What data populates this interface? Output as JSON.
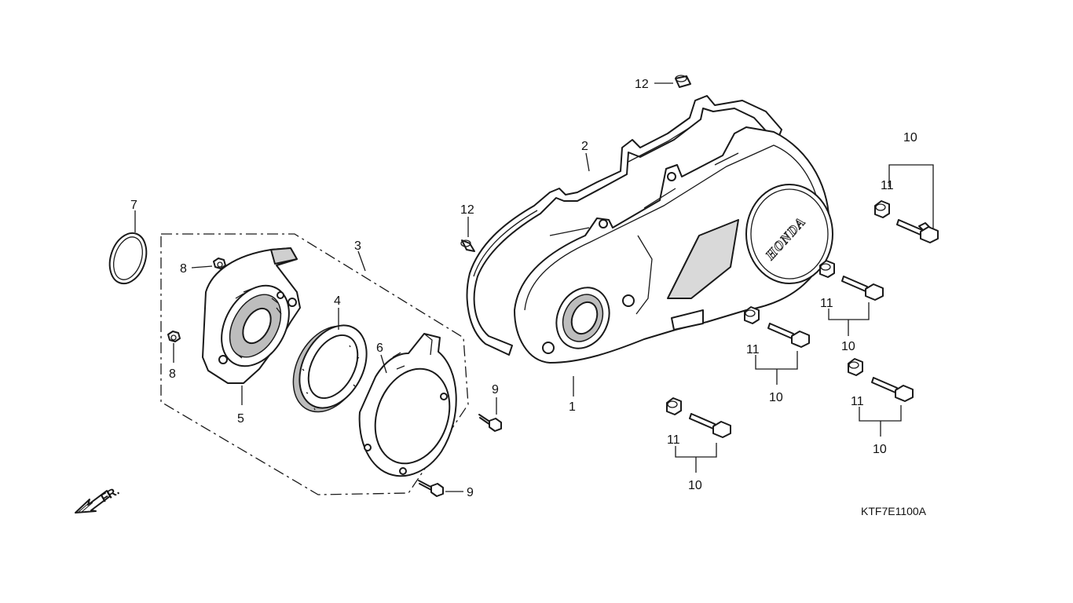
{
  "diagram": {
    "labels": {
      "part_1": "1",
      "part_2": "2",
      "part_3": "3",
      "part_4": "4",
      "part_5": "5",
      "part_6": "6",
      "part_7": "7",
      "part_8a": "8",
      "part_8b": "8",
      "part_9a": "9",
      "part_9b": "9",
      "part_12a": "12",
      "part_12b": "12",
      "group_a_10": "10",
      "group_a_11": "11",
      "group_b_11": "11",
      "group_b_10": "10",
      "group_c_11": "11",
      "group_c_10": "10",
      "group_d_11": "11",
      "group_d_10": "10",
      "group_e_11": "11",
      "group_e_10": "10"
    },
    "brand_text": "HONDA",
    "direction_label": "FR.",
    "diagram_code": "KTF7E1100A"
  }
}
